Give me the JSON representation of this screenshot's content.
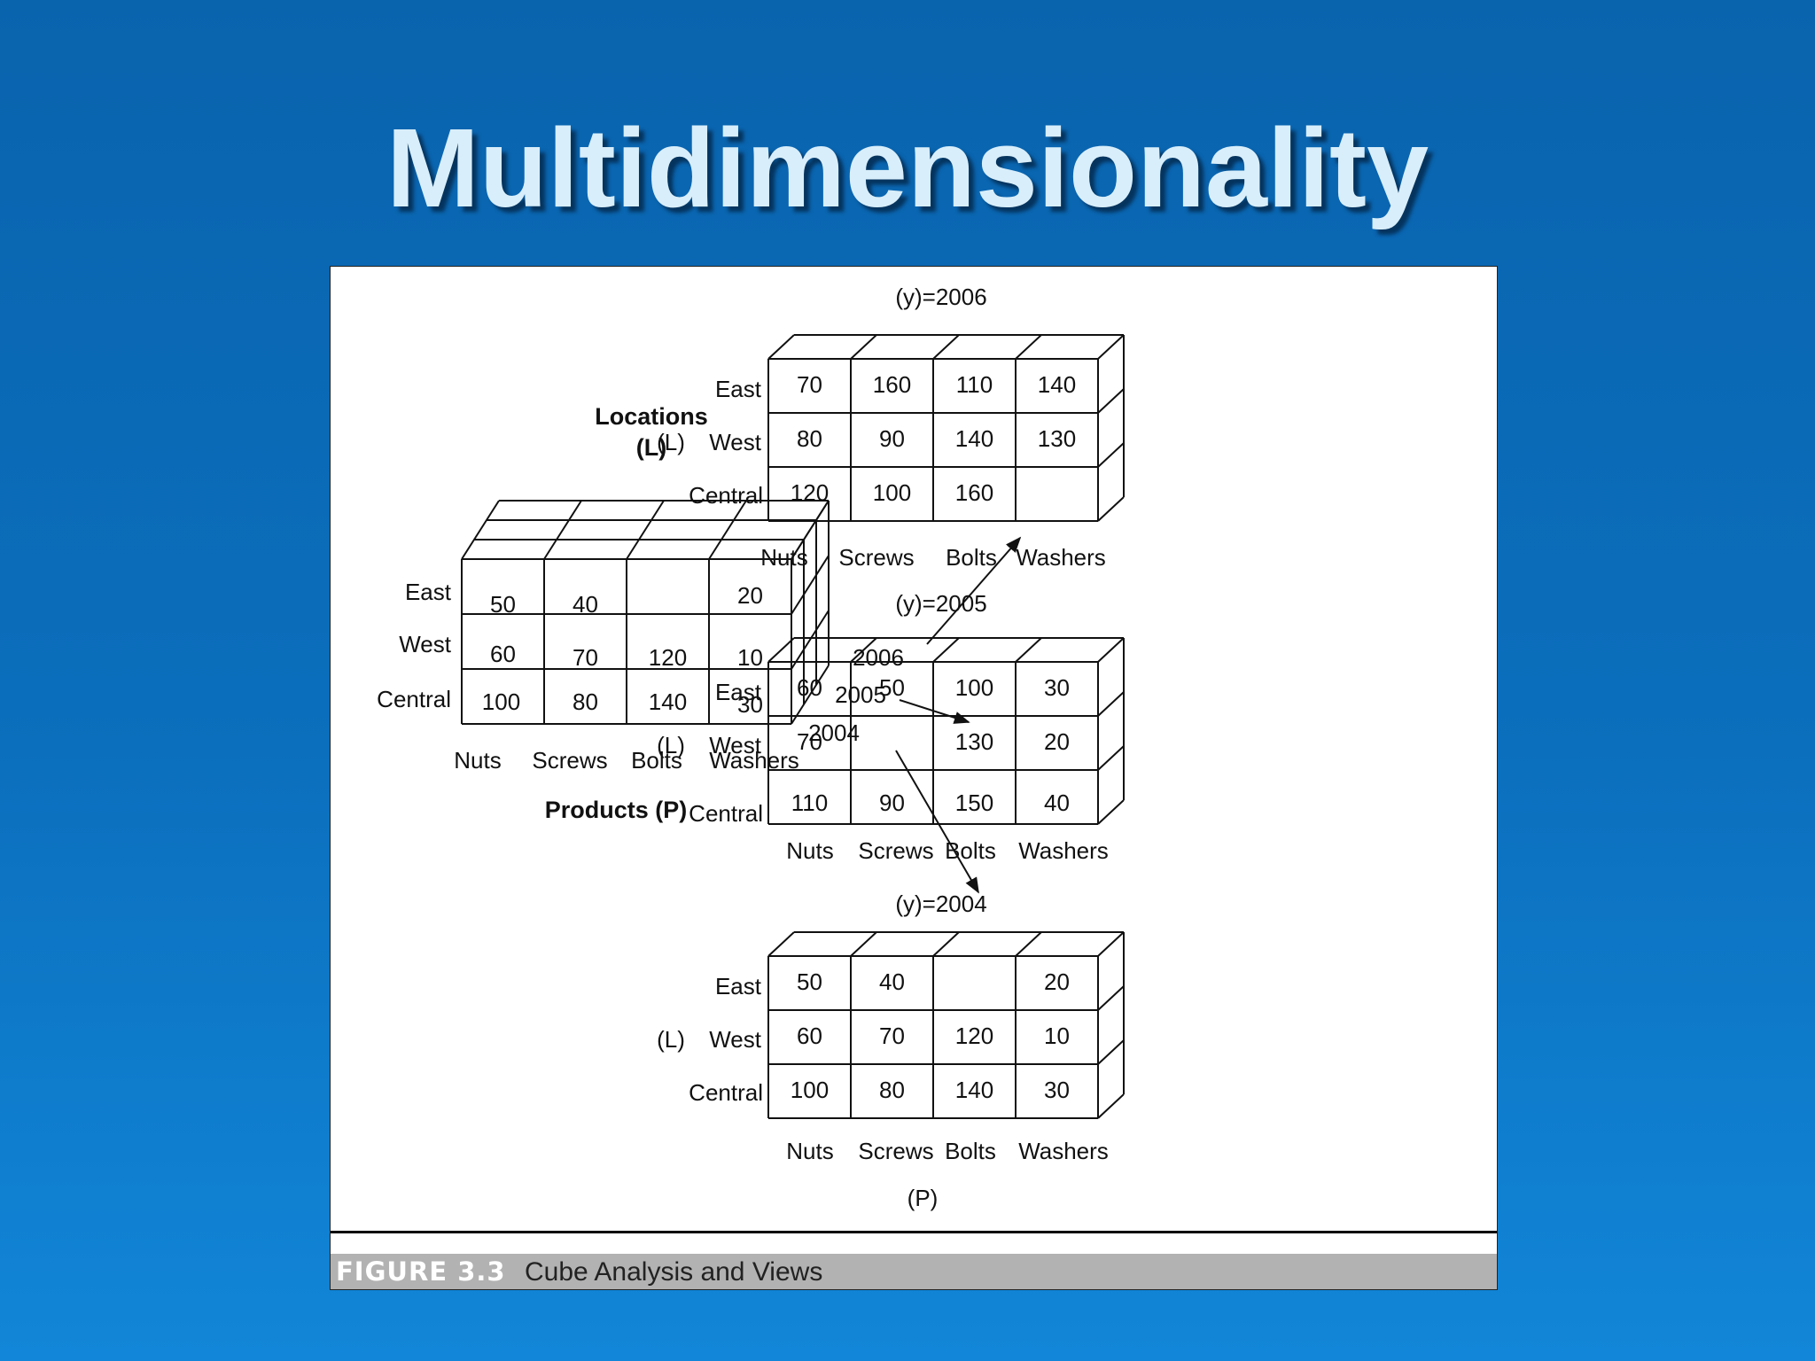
{
  "slide": {
    "title": "Multidimensionality"
  },
  "figure": {
    "caption_label": "FIGURE 3.3",
    "caption_text": "Cube Analysis and Views",
    "cube": {
      "axis_locations": "Locations",
      "axis_locations_abbr": "(L)",
      "axis_products": "Products (P)",
      "rows": [
        "East",
        "West",
        "Central"
      ],
      "cols": [
        "Nuts",
        "Screws",
        "Bolts",
        "Washers"
      ],
      "years": [
        "2006",
        "2005",
        "2004"
      ],
      "values": [
        [
          "50",
          "40",
          "",
          "20"
        ],
        [
          "60",
          "70",
          "120",
          "10"
        ],
        [
          "100",
          "80",
          "140",
          "30"
        ]
      ]
    },
    "views": [
      {
        "year_label": "(y)=2006",
        "loc_label": "(L)",
        "rows": [
          "East",
          "West",
          "Central"
        ],
        "cols": [
          "Nuts",
          "Screws",
          "Bolts",
          "Washers"
        ],
        "values": [
          [
            "70",
            "160",
            "110",
            "140"
          ],
          [
            "80",
            "90",
            "140",
            "130"
          ],
          [
            "120",
            "100",
            "160",
            ""
          ]
        ]
      },
      {
        "year_label": "(y)=2005",
        "loc_label": "(L)",
        "rows": [
          "East",
          "West",
          "Central"
        ],
        "cols": [
          "Nuts",
          "Screws",
          "Bolts",
          "Washers"
        ],
        "values": [
          [
            "60",
            "50",
            "100",
            "30"
          ],
          [
            "70",
            "",
            "130",
            "20"
          ],
          [
            "110",
            "90",
            "150",
            "40"
          ]
        ]
      },
      {
        "year_label": "(y)=2004",
        "loc_label": "(L)",
        "rows": [
          "East",
          "West",
          "Central"
        ],
        "cols": [
          "Nuts",
          "Screws",
          "Bolts",
          "Washers"
        ],
        "values": [
          [
            "50",
            "40",
            "",
            "20"
          ],
          [
            "60",
            "70",
            "120",
            "10"
          ],
          [
            "100",
            "80",
            "140",
            "30"
          ]
        ],
        "products_label": "(P)"
      }
    ]
  }
}
